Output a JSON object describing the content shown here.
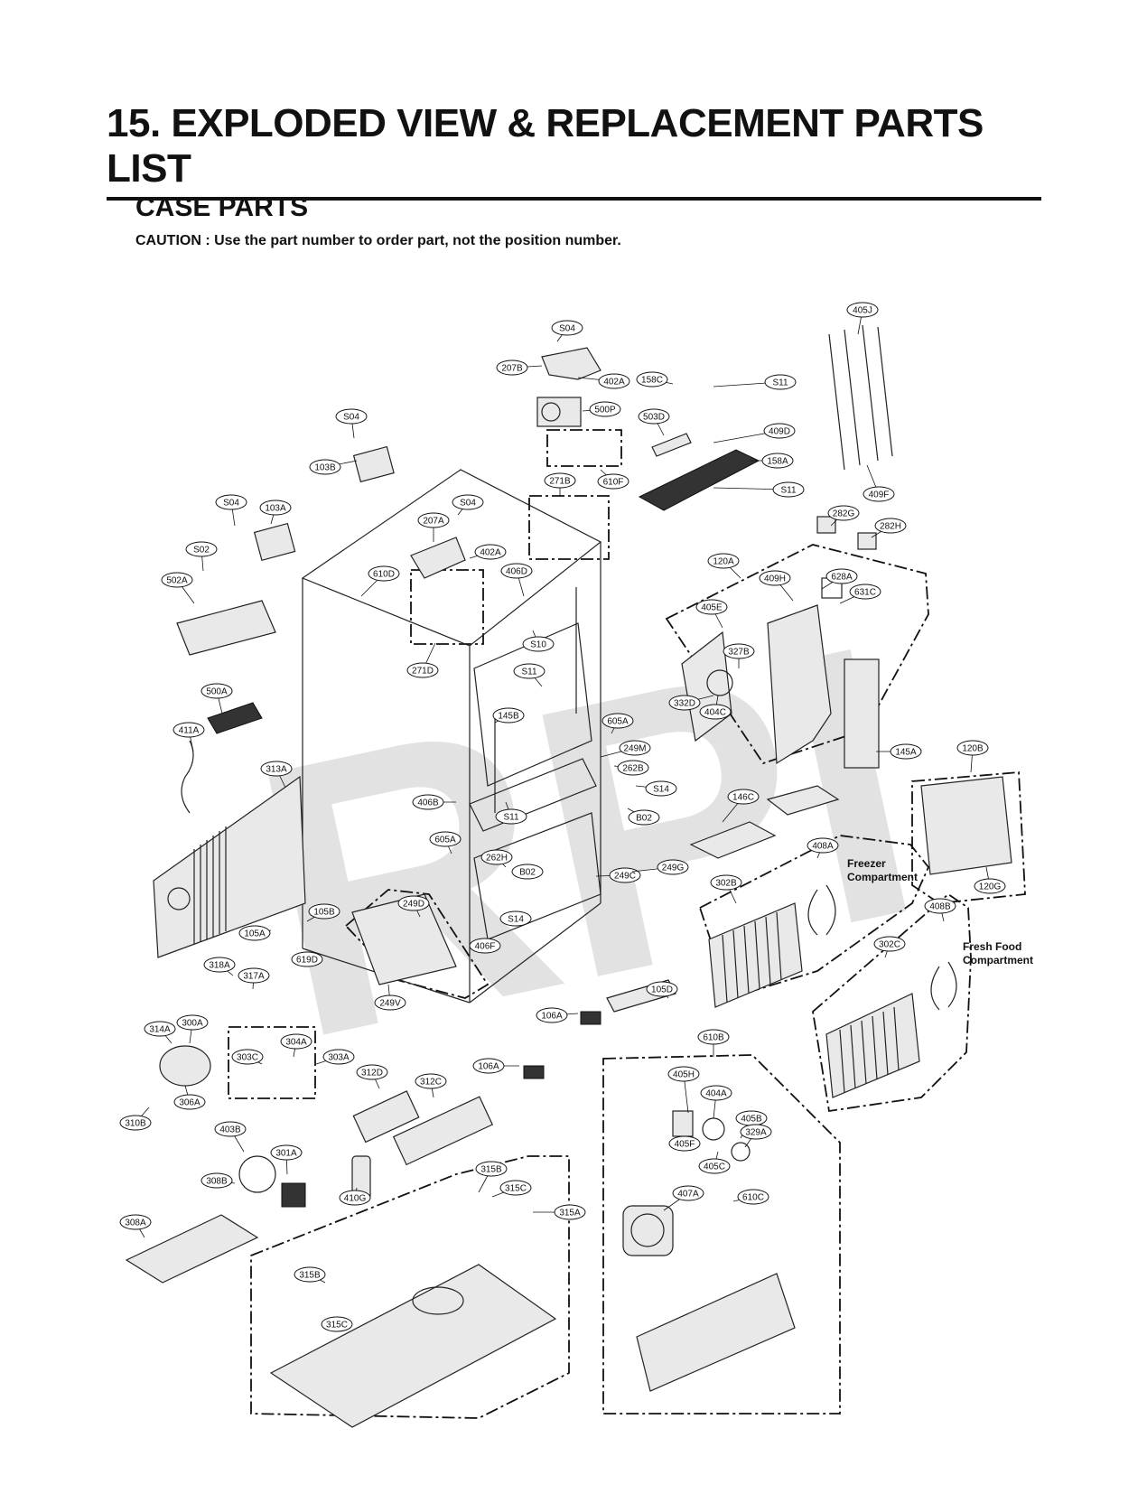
{
  "header": {
    "title": "15. EXPLODED VIEW & REPLACEMENT PARTS LIST",
    "section": "CASE PARTS",
    "caution": "CAUTION : Use the part number to order part, not the position number."
  },
  "watermark": "RPI",
  "notes": {
    "freezer": [
      "Freezer",
      "Compartment"
    ],
    "fresh_food": [
      "Fresh Food",
      "Compartment"
    ]
  },
  "labels": [
    "405J",
    "S04",
    "207B",
    "402A",
    "158C",
    "S11",
    "500P",
    "S04",
    "503D",
    "409D",
    "103B",
    "158A",
    "271B",
    "610F",
    "S11",
    "409F",
    "S04",
    "103A",
    "S04",
    "207A",
    "402A",
    "282G",
    "282H",
    "S02",
    "610D",
    "406D",
    "120A",
    "502A",
    "409H",
    "628A",
    "631C",
    "405E",
    "S10",
    "327B",
    "271D",
    "S11",
    "332D",
    "404C",
    "500A",
    "145B",
    "605A",
    "145A",
    "411A",
    "249M",
    "120B",
    "313A",
    "262B",
    "S14",
    "146C",
    "406B",
    "S11",
    "B02",
    "605A",
    "408A",
    "262H",
    "B02",
    "249C",
    "249G",
    "302B",
    "249D",
    "120G",
    "105B",
    "S14",
    "408B",
    "105A",
    "406F",
    "302C",
    "619D",
    "318A",
    "317A",
    "105D",
    "249V",
    "106A",
    "314A",
    "300A",
    "610B",
    "304A",
    "303C",
    "303A",
    "106A",
    "312D",
    "312C",
    "405H",
    "404A",
    "306A",
    "310B",
    "405B",
    "403B",
    "405F",
    "329A",
    "301A",
    "405C",
    "315B",
    "308B",
    "315C",
    "610C",
    "410G",
    "407A",
    "315A",
    "308A",
    "315B",
    "315C"
  ]
}
